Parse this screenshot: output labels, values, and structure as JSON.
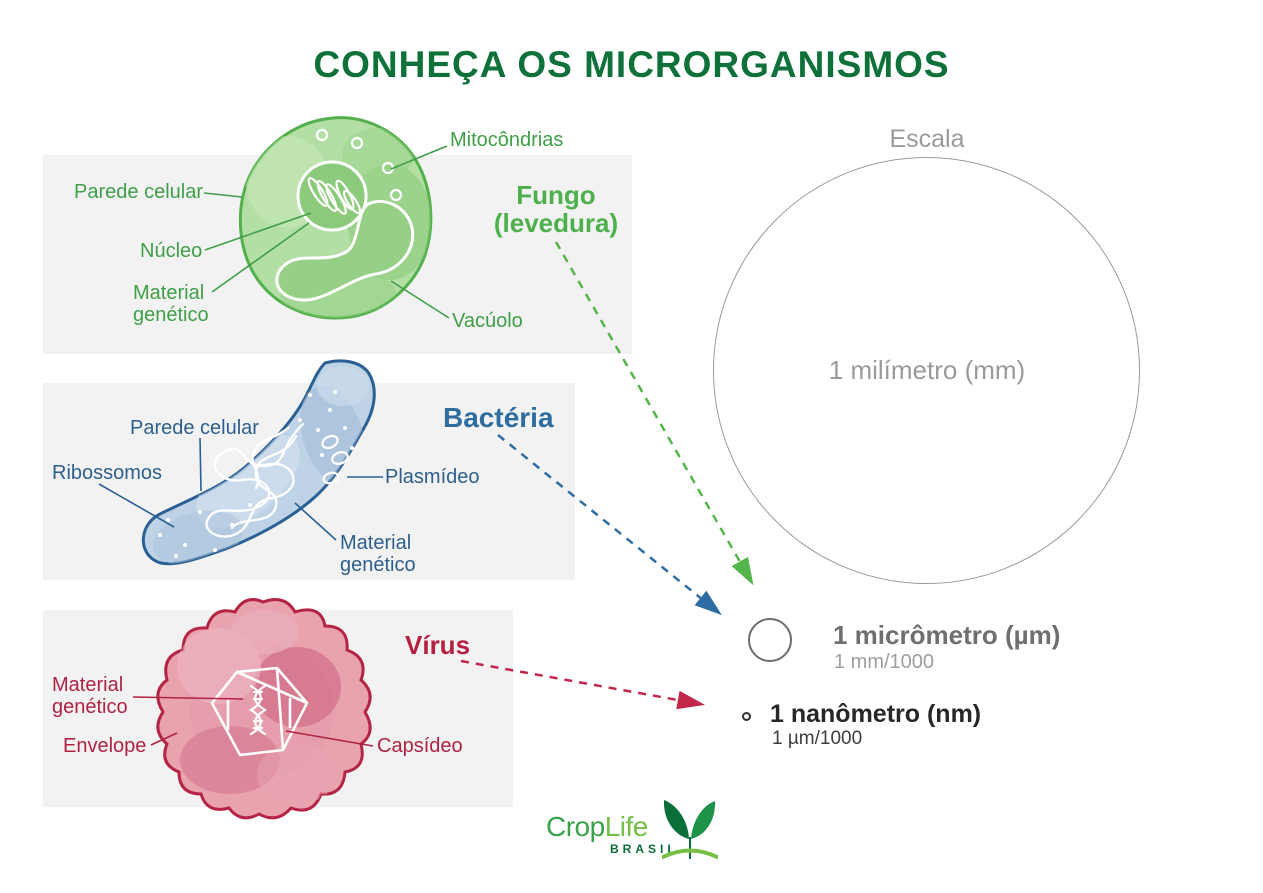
{
  "title": "CONHEÇA OS MICRORGANISMOS",
  "organisms": {
    "fungo": {
      "name": "Fungo\n(levedura)",
      "labels": {
        "parede": "Parede celular",
        "nucleo": "Núcleo",
        "material": "Material\ngenético",
        "mitocondrias": "Mitocôndrias",
        "vacuolo": "Vacúolo"
      },
      "color": "#4db04c"
    },
    "bacteria": {
      "name": "Bactéria",
      "labels": {
        "parede": "Parede celular",
        "ribossomos": "Ribossomos",
        "plasmideo": "Plasmídeo",
        "material": "Material\ngenético"
      },
      "color": "#2e6da0"
    },
    "virus": {
      "name": "Vírus",
      "labels": {
        "material": "Material\ngenético",
        "envelope": "Envelope",
        "capsideo": "Capsídeo"
      },
      "color": "#b51f40"
    }
  },
  "scale": {
    "heading": "Escala",
    "mm_label": "1 milímetro (mm)",
    "um_label": "1 micrômetro (µm)",
    "um_sub": "1 mm/1000",
    "nm_label": "1 nanômetro (nm)",
    "nm_sub": "1 µm/1000"
  },
  "logo": {
    "crop": "Crop",
    "life": "Life",
    "country": "BRASIL"
  },
  "colors": {
    "title_green": "#0d7139",
    "fungo_green": "#4db04c",
    "bacteria_blue": "#2e6da0",
    "virus_red": "#b51f40",
    "scale_gray": "#9b9b9b",
    "panel_gray": "#f2f2f2"
  }
}
